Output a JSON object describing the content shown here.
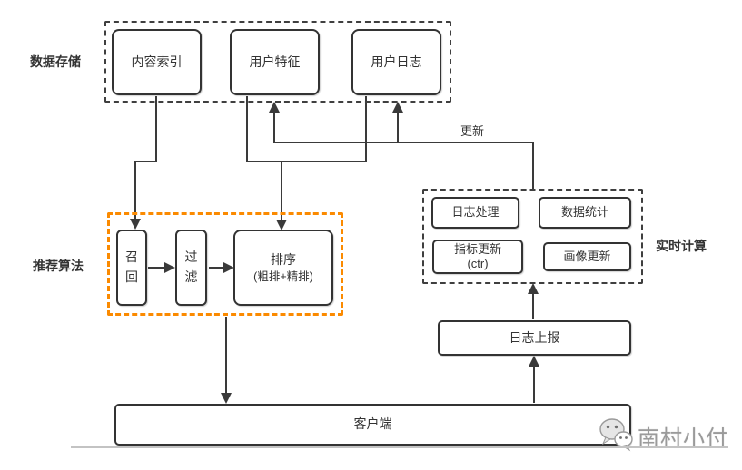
{
  "diagram": {
    "title_hint": "recommendation-system-architecture-flowchart",
    "groups": [
      {
        "id": "data-storage",
        "label": "数据存储",
        "nodes": [
          {
            "id": "content-index",
            "label": "内容索引"
          },
          {
            "id": "user-features",
            "label": "用户特征"
          },
          {
            "id": "user-logs",
            "label": "用户日志"
          }
        ]
      },
      {
        "id": "recommend-algorithm",
        "label": "推荐算法",
        "accent": "#FB8A00",
        "nodes": [
          {
            "id": "recall",
            "label": "召回"
          },
          {
            "id": "filter",
            "label": "过滤"
          },
          {
            "id": "ranking",
            "label": "排序",
            "sublabel": "(粗排+精排)"
          }
        ]
      },
      {
        "id": "realtime-computing",
        "label": "实时计算",
        "nodes": [
          {
            "id": "log-processing",
            "label": "日志处理"
          },
          {
            "id": "data-statistics",
            "label": "数据统计"
          },
          {
            "id": "metric-update",
            "label": "指标更新",
            "sublabel": "(ctr)"
          },
          {
            "id": "profile-update",
            "label": "画像更新"
          }
        ]
      }
    ],
    "nodes": [
      {
        "id": "log-report",
        "label": "日志上报"
      },
      {
        "id": "client",
        "label": "客户端"
      }
    ],
    "edge_labels": [
      {
        "id": "update",
        "label": "更新"
      }
    ],
    "colors": {
      "line": "#3a3a3a",
      "box_border": "#333333",
      "group_dash": "#3f3f3f",
      "accent_orange": "#FB8A00",
      "watermark_gray": "#9a9a9a",
      "divider_gray": "#c3c3c3",
      "background": "#ffffff"
    }
  },
  "watermark": {
    "label": "南村小付",
    "icon": "wechat-icon"
  }
}
